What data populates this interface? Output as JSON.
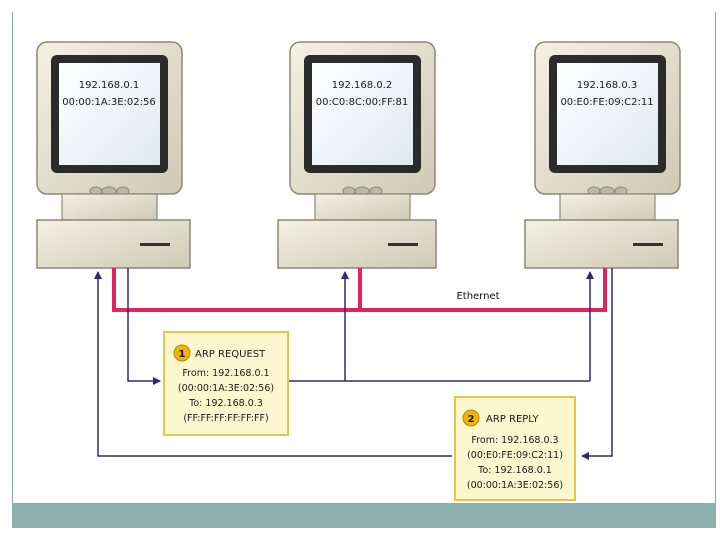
{
  "computers": [
    {
      "ip": "192.168.0.1",
      "mac": "00:00:1A:3E:02:56"
    },
    {
      "ip": "192.168.0.2",
      "mac": "00:C0:8C:00:FF:81"
    },
    {
      "ip": "192.168.0.3",
      "mac": "00:E0:FE:09:C2:11"
    }
  ],
  "network_label": "Ethernet",
  "arp_request": {
    "number": "1",
    "title": "ARP REQUEST",
    "lines": [
      "From: 192.168.0.1",
      "(00:00:1A:3E:02:56)",
      "To: 192.168.0.3",
      "(FF:FF:FF:FF:FF:FF)"
    ]
  },
  "arp_reply": {
    "number": "2",
    "title": "ARP REPLY",
    "lines": [
      "From: 192.168.0.3",
      "(00:E0:FE:09:C2:11)",
      "To: 192.168.0.1",
      "(00:00:1A:3E:02:56)"
    ]
  },
  "colors": {
    "ethernet": "#e0245e",
    "arrows": "#2e2a7a",
    "callout_fill": "#fdf7cf",
    "callout_border": "#e6c64a",
    "badge": "#f0b400",
    "frame": "#7fa7a7",
    "footer": "#8fb0b0"
  }
}
